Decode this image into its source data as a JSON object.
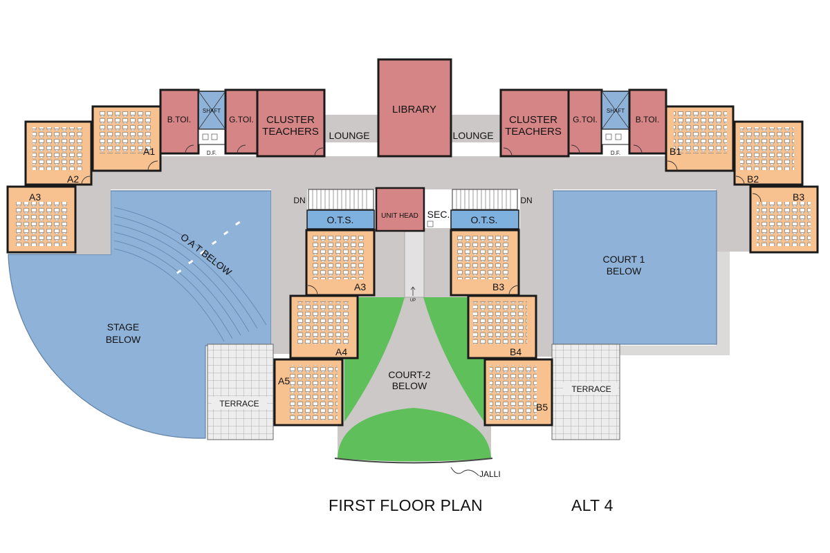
{
  "title": "FIRST FLOOR PLAN",
  "alt": "ALT 4",
  "rooms": {
    "library": "LIBRARY",
    "cluster_left": [
      "CLUSTER",
      "TEACHERS"
    ],
    "cluster_right": [
      "CLUSTER",
      "TEACHERS"
    ],
    "lounge_left": "LOUNGE",
    "lounge_right": "LOUNGE",
    "btoi_left": "B.TOI.",
    "btoi_right": "B.TOI.",
    "gtoi_left": "G.TOI.",
    "gtoi_right": "G.TOI.",
    "shaft_left": "SHAFT",
    "shaft_right": "SHAFT",
    "df_left": "D.F.",
    "df_right": "D.F.",
    "unit_head": "UNIT HEAD",
    "sec": "SEC.",
    "ots_left": "O.T.S.",
    "ots_right": "O.T.S.",
    "dn_left": "DN",
    "dn_right": "DN",
    "up": "UP",
    "oat": "O A T BELOW",
    "stage": [
      "STAGE",
      "BELOW"
    ],
    "court1": [
      "COURT 1",
      "BELOW"
    ],
    "court2": [
      "COURT-2",
      "BELOW"
    ],
    "terrace_left": "TERRACE",
    "terrace_right": "TERRACE",
    "jalli": "JALLI"
  },
  "classrooms": {
    "a1": "A1",
    "a2": "A2",
    "a3_left": "A3",
    "a3_center": "A3",
    "a4": "A4",
    "a5": "A5",
    "b1": "B1",
    "b2": "B2",
    "b3_right": "B3",
    "b3_center": "B3",
    "b4": "B4",
    "b5": "B5"
  },
  "colors": {
    "corridor": "#cdc8c8",
    "classroom": "#f7c28f",
    "service": "#d58585",
    "water_blue": "#8fb2d9",
    "ots_blue": "#7fb1df",
    "court_green": "#5fbf5a",
    "terrace_grid": "#e6e6e6",
    "wall": "#1a1a1a"
  }
}
